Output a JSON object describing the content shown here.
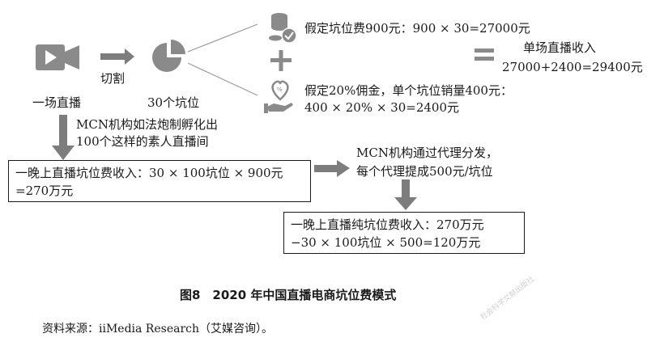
{
  "nodes": {
    "live": "一场直播",
    "cut": "切割",
    "slots": "30个坑位",
    "fee_line1": "假定坑位费900元：900 × 30=27000元",
    "commission_line1": "假定20%佣金，单个坑位销量400元：",
    "commission_line2": "400 × 20% × 30=2400元",
    "income_label": "单场直播收入",
    "income_value": "27000+2400=29400元",
    "mcn_line1": "MCN机构如法炮制孵化出",
    "mcn_line2": "100个这样的素人直播间",
    "night_line1": "一晚上直播坑位费收入：30 × 100坑位 × 900元",
    "night_line2": "=270万元",
    "agent_line1": "MCN机构通过代理分发，",
    "agent_line2": "每个代理提成500元/坑位",
    "net_line1": "一晚上直播纯坑位费收入：270万元",
    "net_line2": "−30 × 100坑位 × 500=120万元"
  },
  "caption": "图8　2020 年中国直播电商坑位费模式",
  "source": "资料来源：iiMedia Research（艾媒咨询）。",
  "watermark": "社会科学文献出版社",
  "icons": [
    "video-camera-icon",
    "pie-chart-icon",
    "coins-icon",
    "heart-hand-icon",
    "plus-icon",
    "equals-icon",
    "arrow-right-icon",
    "arrow-down-icon"
  ],
  "colors": {
    "icon_gray": "#8a8a8a",
    "text": "#1a1a1a"
  }
}
